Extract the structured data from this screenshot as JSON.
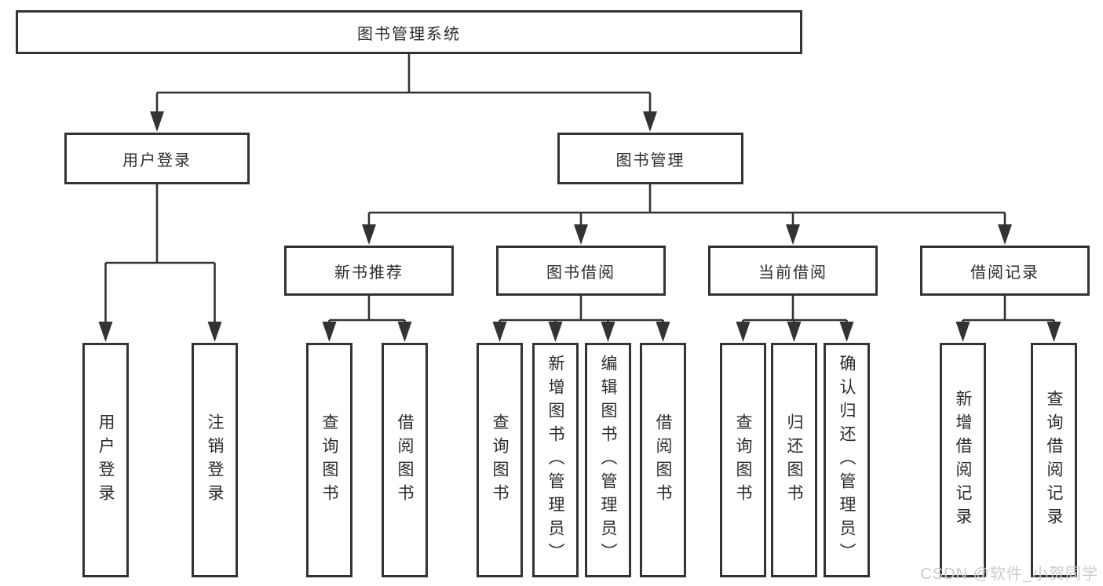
{
  "diagram": {
    "type": "hierarchy",
    "root": {
      "label": "图书管理系统"
    },
    "level2": [
      {
        "label": "用户登录",
        "children": [
          {
            "label": "用户登录"
          },
          {
            "label": "注销登录"
          }
        ]
      },
      {
        "label": "图书管理",
        "children": [
          {
            "label": "新书推荐",
            "children": [
              {
                "label": "查询图书"
              },
              {
                "label": "借阅图书"
              }
            ]
          },
          {
            "label": "图书借阅",
            "children": [
              {
                "label": "查询图书"
              },
              {
                "label": "新增图书（管理员）"
              },
              {
                "label": "编辑图书（管理员）"
              },
              {
                "label": "借阅图书"
              }
            ]
          },
          {
            "label": "当前借阅",
            "children": [
              {
                "label": "查询图书"
              },
              {
                "label": "归还图书"
              },
              {
                "label": "确认归还（管理员）"
              }
            ]
          },
          {
            "label": "借阅记录",
            "children": [
              {
                "label": "新增借阅记录"
              },
              {
                "label": "查询借阅记录"
              }
            ]
          }
        ]
      }
    ]
  },
  "watermark": {
    "text": "CSDN @软件_小贺同学"
  },
  "colors": {
    "line": "#333333",
    "border": "#333333",
    "fill": "#ffffff",
    "text": "#2b2b2b",
    "watermark": "#cccccc",
    "background": "#ffffff"
  }
}
